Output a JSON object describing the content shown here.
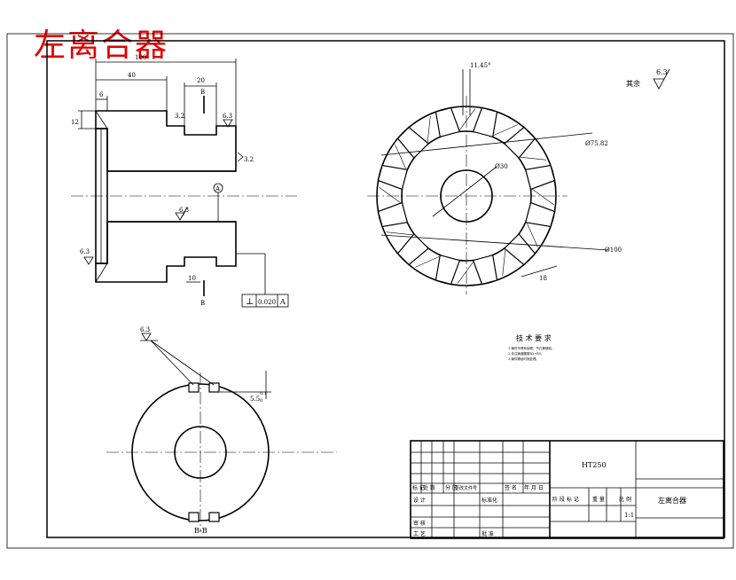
{
  "stamp": "左离合器",
  "drawing": {
    "name": "左离合器",
    "material": "HT250",
    "scale": "1:1",
    "section_label": "B-B",
    "tech_req_title": "技 术 要 求",
    "tech_req_lines": [
      "1.铸件不得有砂眼、气孔等缺陷。",
      "2.未注铸造圆角R3~R5。",
      "3.铸件需经时效处理。"
    ],
    "dims": {
      "len_100": "100",
      "len_40": "40",
      "len_20": "20",
      "len_6": "6",
      "len_12": "12",
      "len_10": "10",
      "len_18": "18",
      "angle": "11.45°",
      "dia_75": "Ø75.82",
      "dia_30": "Ø30",
      "dia_100": "Ø100",
      "depth": "5.5",
      "tol_up": "0.1",
      "tol_down": "0",
      "section_mark": "B",
      "datum": "A"
    },
    "roughness": {
      "r63": "6.3",
      "r32": "3.2",
      "rest_label": "其余"
    },
    "tolerance": {
      "symbol": "⊥",
      "value": "0.020",
      "datum": "A"
    },
    "title_block": {
      "header_row": [
        "标 记",
        "处 数",
        "分 区",
        "更改文件号",
        "签 名",
        "年 月 日"
      ],
      "design": "设 计",
      "standardize": "标准化",
      "stage_mark": "阶 段 标 记",
      "weight": "重 量",
      "scale_label": "比 例",
      "review": "审 核",
      "process": "工 艺",
      "approve": "批 准"
    }
  }
}
